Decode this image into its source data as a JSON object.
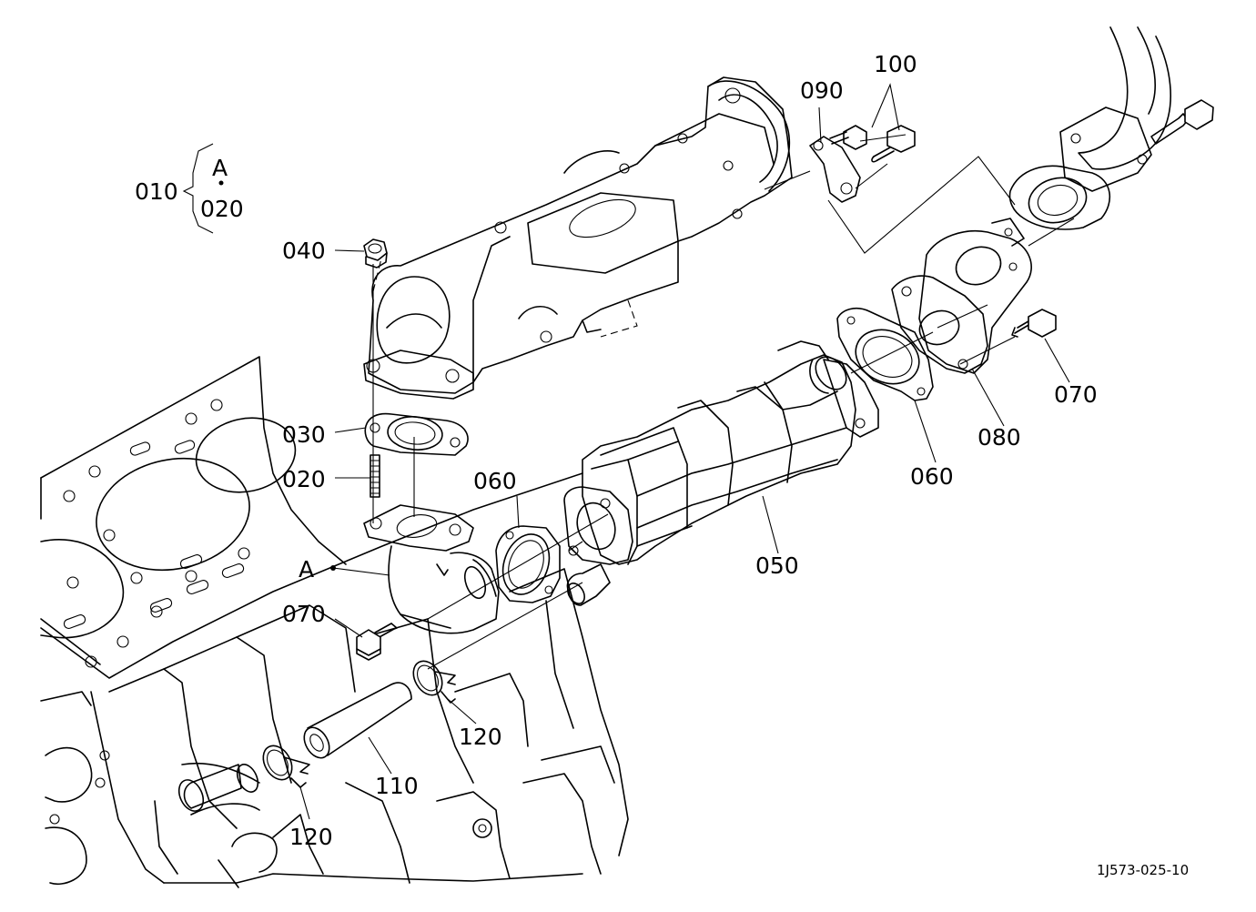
{
  "diagram_ref": "1J573-025-10",
  "legend": {
    "group": "010",
    "item_a": "A",
    "item_b": "020"
  },
  "part_labels": {
    "p100": "100",
    "p090": "090",
    "p040": "040",
    "p030": "030",
    "p020": "020",
    "p060_left": "060",
    "p060_right": "060",
    "p050": "050",
    "p070_left": "070",
    "p070_right": "070",
    "p080": "080",
    "p110": "110",
    "p120_upper": "120",
    "p120_lower": "120",
    "a_marker": "A"
  }
}
